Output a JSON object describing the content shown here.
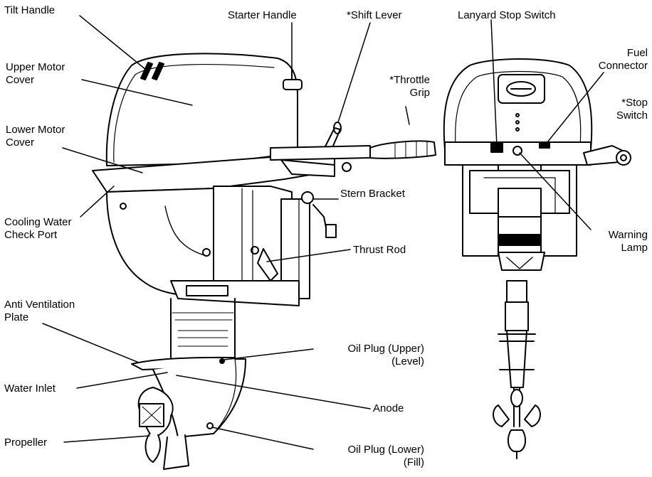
{
  "labels": {
    "tilt_handle": "Tilt Handle",
    "starter_handle": "Starter Handle",
    "shift_lever": "*Shift Lever",
    "lanyard_stop_switch": "Lanyard Stop Switch",
    "upper_motor_cover": [
      "Upper Motor",
      "Cover"
    ],
    "throttle_grip": [
      "*Throttle",
      "Grip"
    ],
    "fuel_connector": [
      "Fuel",
      "Connector"
    ],
    "stop_switch": [
      "*Stop",
      "Switch"
    ],
    "lower_motor_cover": [
      "Lower Motor",
      "Cover"
    ],
    "stern_bracket": "Stern Bracket",
    "cooling_water_check_port": [
      "Cooling Water",
      "Check Port"
    ],
    "warning_lamp": [
      "Warning",
      "Lamp"
    ],
    "thrust_rod": "Thrust Rod",
    "anti_ventilation_plate": [
      "Anti Ventilation",
      "Plate"
    ],
    "oil_plug_upper": [
      "Oil Plug (Upper)",
      "(Level)"
    ],
    "water_inlet": "Water Inlet",
    "anode": "Anode",
    "propeller": "Propeller",
    "oil_plug_lower": [
      "Oil Plug (Lower)",
      "(Fill)"
    ]
  }
}
